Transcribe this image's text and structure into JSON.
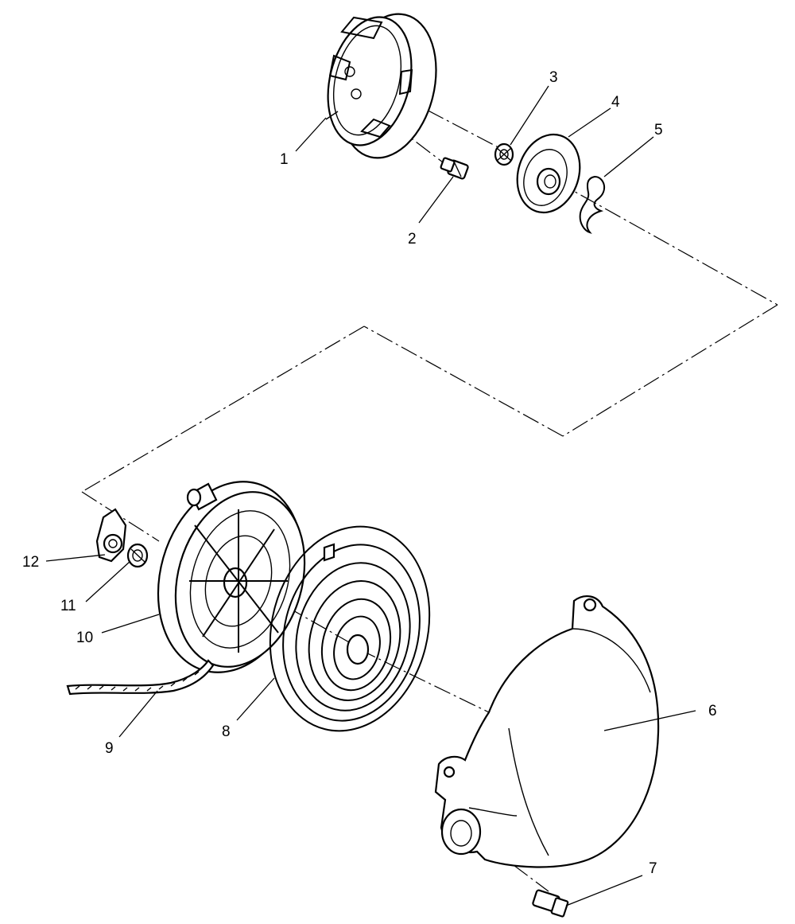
{
  "callouts": [
    {
      "id": "1",
      "label": "1"
    },
    {
      "id": "2",
      "label": "2"
    },
    {
      "id": "3",
      "label": "3"
    },
    {
      "id": "4",
      "label": "4"
    },
    {
      "id": "5",
      "label": "5"
    },
    {
      "id": "6",
      "label": "6"
    },
    {
      "id": "7",
      "label": "7"
    },
    {
      "id": "8",
      "label": "8"
    },
    {
      "id": "9",
      "label": "9"
    },
    {
      "id": "10",
      "label": "10"
    },
    {
      "id": "11",
      "label": "11"
    },
    {
      "id": "12",
      "label": "12"
    }
  ],
  "parts": [
    {
      "number": "1",
      "icon": "starter-cup"
    },
    {
      "number": "2",
      "icon": "bolt"
    },
    {
      "number": "3",
      "icon": "nut"
    },
    {
      "number": "4",
      "icon": "pulley-plate"
    },
    {
      "number": "5",
      "icon": "clip-spring"
    },
    {
      "number": "6",
      "icon": "housing-cover"
    },
    {
      "number": "7",
      "icon": "bolt"
    },
    {
      "number": "8",
      "icon": "recoil-spring"
    },
    {
      "number": "9",
      "icon": "starter-rope"
    },
    {
      "number": "10",
      "icon": "rope-reel"
    },
    {
      "number": "11",
      "icon": "spring"
    },
    {
      "number": "12",
      "icon": "ratchet-pawl"
    }
  ]
}
